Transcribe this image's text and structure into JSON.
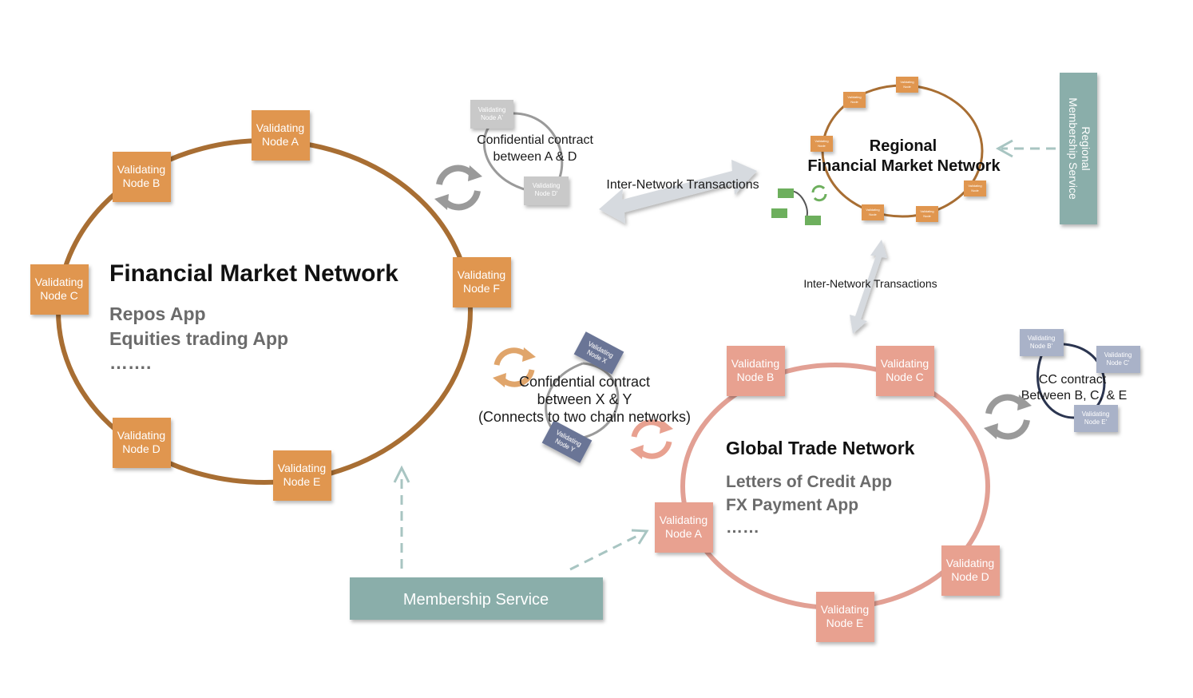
{
  "colors": {
    "fmn": "#E0964F",
    "fmn_ring": "#A86E33",
    "gtn": "#E8A190",
    "gtn_ring": "#E2A094",
    "small_gray": "#C9C9C9",
    "small_blue": "#6B7596",
    "small_blue_light": "#A9B2C8",
    "small_green": "#6DAF5D",
    "membership": "#8AAEAA",
    "arrow_gray": "#D6DADF",
    "dashed": "#A8C5C2"
  },
  "fmn": {
    "title": "Financial Market Network",
    "apps": [
      "Repos App",
      "Equities trading App",
      "……."
    ],
    "nodes": [
      {
        "line1": "Validating",
        "line2": "Node A"
      },
      {
        "line1": "Validating",
        "line2": "Node B"
      },
      {
        "line1": "Validating",
        "line2": "Node C"
      },
      {
        "line1": "Validating",
        "line2": "Node D"
      },
      {
        "line1": "Validating",
        "line2": "Node E"
      },
      {
        "line1": "Validating",
        "line2": "Node F"
      }
    ]
  },
  "gtn": {
    "title": "Global Trade Network",
    "apps": [
      "Letters of Credit App",
      "FX Payment App",
      "……"
    ],
    "nodes": [
      {
        "line1": "Validating",
        "line2": "Node A"
      },
      {
        "line1": "Validating",
        "line2": "Node B"
      },
      {
        "line1": "Validating",
        "line2": "Node C"
      },
      {
        "line1": "Validating",
        "line2": "Node D"
      },
      {
        "line1": "Validating",
        "line2": "Node E"
      }
    ]
  },
  "regional": {
    "title_line1": "Regional",
    "title_line2": "Financial Market Network",
    "membership_line1": "Regional",
    "membership_line2": "Membership Service",
    "node_line1": "Validating",
    "node_line2": "Node"
  },
  "cc_ad": {
    "line1": "Confidential contract",
    "line2": "between A & D",
    "node_a": {
      "line1": "Validating",
      "line2": "Node A'"
    },
    "node_d": {
      "line1": "Validating",
      "line2": "Node D'"
    }
  },
  "cc_xy": {
    "line1": "Confidential contract",
    "line2": "between X & Y",
    "line3": "(Connects to two chain networks)",
    "node_x": {
      "line1": "Validating",
      "line2": "Node X"
    },
    "node_y": {
      "line1": "Validating",
      "line2": "Node Y"
    }
  },
  "cc_bce": {
    "line1": "CC contract",
    "line2": "Between B, C, & E",
    "node_b": {
      "line1": "Validating",
      "line2": "Node B'"
    },
    "node_c": {
      "line1": "Validating",
      "line2": "Node C'"
    },
    "node_e": {
      "line1": "Validating",
      "line2": "Node E'"
    }
  },
  "inter_network_1": "Inter-Network Transactions",
  "inter_network_2": "Inter-Network Transactions",
  "membership_service": "Membership Service"
}
